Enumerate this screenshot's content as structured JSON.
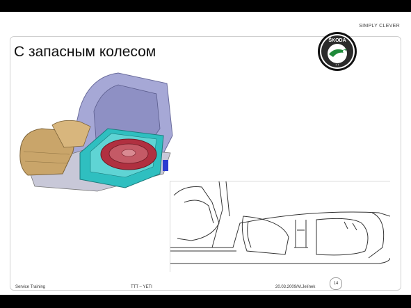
{
  "header": {
    "brand_line": "SIMPLY CLEVER"
  },
  "logo": {
    "text": "ŠKODA",
    "icon": "skoda-winged-arrow-icon"
  },
  "slide": {
    "title": "С запасным колесом",
    "page_number": "14"
  },
  "footer": {
    "left": "Service Training",
    "center": "TTT – YETI",
    "right": "20.03.2009/M.Jelínek"
  },
  "colors": {
    "brand_green": "#1f8a3a",
    "panel_cyan": "#2fbfc0",
    "wheel_red": "#b03040",
    "body_lavender": "#a6a8d6",
    "seat_beige": "#c9a56a"
  }
}
